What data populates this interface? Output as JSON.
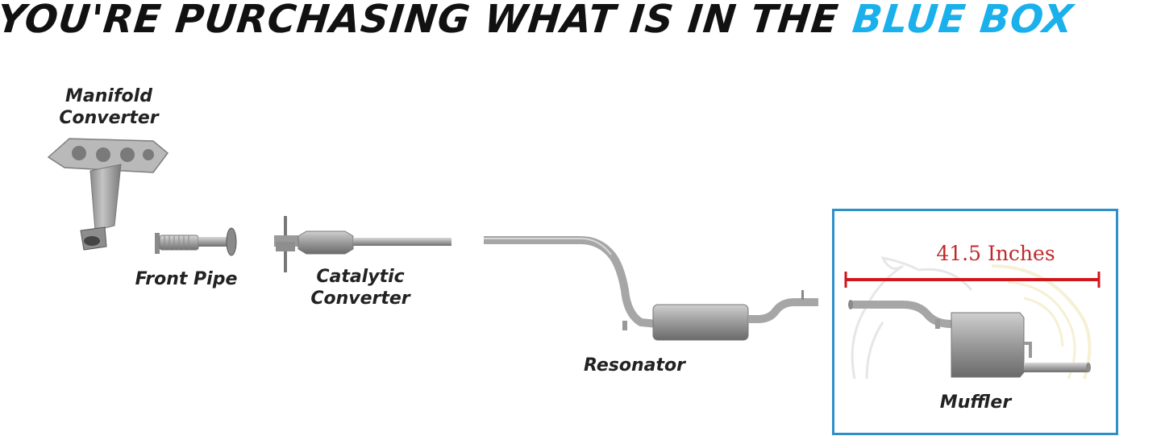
{
  "headline": {
    "prefix": "YOU'RE PURCHASING WHAT IS IN THE ",
    "accent": "BLUE BOX",
    "accent_color": "#1ab0ec"
  },
  "parts": {
    "manifold": {
      "line1": "Manifold",
      "line2": "Converter"
    },
    "front_pipe": {
      "label": "Front Pipe"
    },
    "catalytic": {
      "line1": "Catalytic",
      "line2": "Converter"
    },
    "resonator": {
      "label": "Resonator"
    },
    "muffler": {
      "label": "Muffler"
    }
  },
  "dimension": {
    "label": "41.5 Inches",
    "color": "#d0171b"
  },
  "box_color": "#2f8fc9"
}
